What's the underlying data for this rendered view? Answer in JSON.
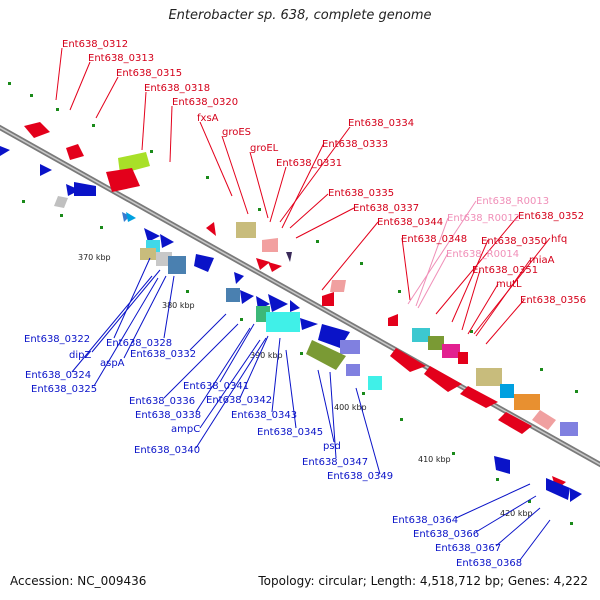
{
  "title": "Enterobacter sp. 638, complete genome",
  "footer": {
    "accession": "Accession: NC_009436",
    "topology": "Topology: circular; Length: 4,518,712 bp; Genes: 4,222"
  },
  "scale_ticks": [
    "370 kbp",
    "380 kbp",
    "390 kbp",
    "400 kbp",
    "410 kbp",
    "420 kbp"
  ],
  "forward_labels": [
    "Ent638_0312",
    "Ent638_0313",
    "Ent638_0315",
    "Ent638_0318",
    "Ent638_0320",
    "fxsA",
    "groES",
    "groEL",
    "Ent638_0331",
    "Ent638_0334",
    "Ent638_0333",
    "Ent638_0335",
    "Ent638_0337",
    "Ent638_0344",
    "Ent638_0348",
    "Ent638_0352",
    "Ent638_0350",
    "hfq",
    "miaA",
    "Ent638_0351",
    "mutL",
    "Ent638_0356"
  ],
  "rna_labels": [
    "Ent638_R0013",
    "Ent638_R0012",
    "Ent638_R0014"
  ],
  "reverse_labels": [
    "Ent638_0322",
    "dipZ",
    "Ent638_0328",
    "aspA",
    "Ent638_0332",
    "Ent638_0324",
    "Ent638_0325",
    "Ent638_0341",
    "Ent638_0336",
    "Ent638_0342",
    "Ent638_0338",
    "Ent638_0343",
    "ampC",
    "Ent638_0345",
    "Ent638_0340",
    "psd",
    "Ent638_0347",
    "Ent638_0349",
    "Ent638_0364",
    "Ent638_0366",
    "Ent638_0367",
    "Ent638_0368"
  ],
  "colors": {
    "forward": "#e3001b",
    "reverse": "#0a13c8",
    "rna": "#f08fb8",
    "backbone": "#808080",
    "gc_dots": "#1a8a1a"
  }
}
